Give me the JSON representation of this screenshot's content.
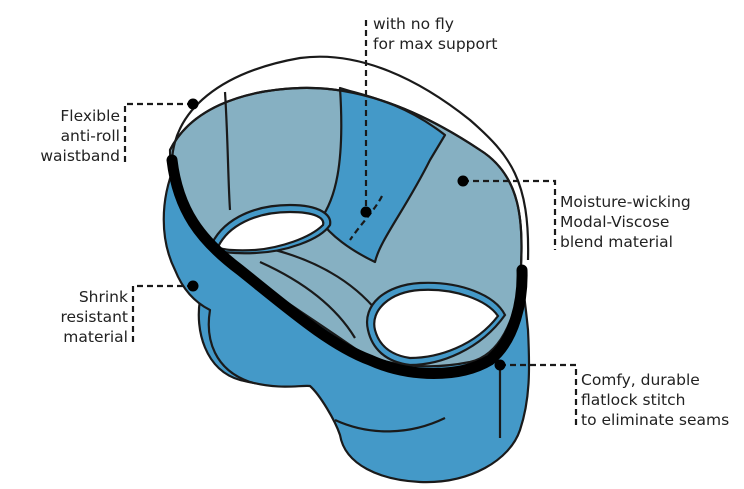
{
  "colors": {
    "outer_blue": "#4499C8",
    "inner_gray_blue": "#86B0C2",
    "outline": "#1a1a1a",
    "waistband": "#000000",
    "background": "#ffffff",
    "text": "#222222"
  },
  "callouts": [
    {
      "id": "fly",
      "lines": [
        "with no fly",
        "for max support"
      ]
    },
    {
      "id": "waistband",
      "lines": [
        "Flexible",
        "anti-roll",
        "waistband"
      ]
    },
    {
      "id": "moisture",
      "lines": [
        "Moisture-wicking",
        "Modal-Viscose",
        "blend material"
      ]
    },
    {
      "id": "shrink",
      "lines": [
        "Shrink",
        "resistant",
        "material"
      ]
    },
    {
      "id": "stitch",
      "lines": [
        "Comfy, durable",
        "flatlock stitch",
        "to eliminate seams"
      ]
    }
  ]
}
